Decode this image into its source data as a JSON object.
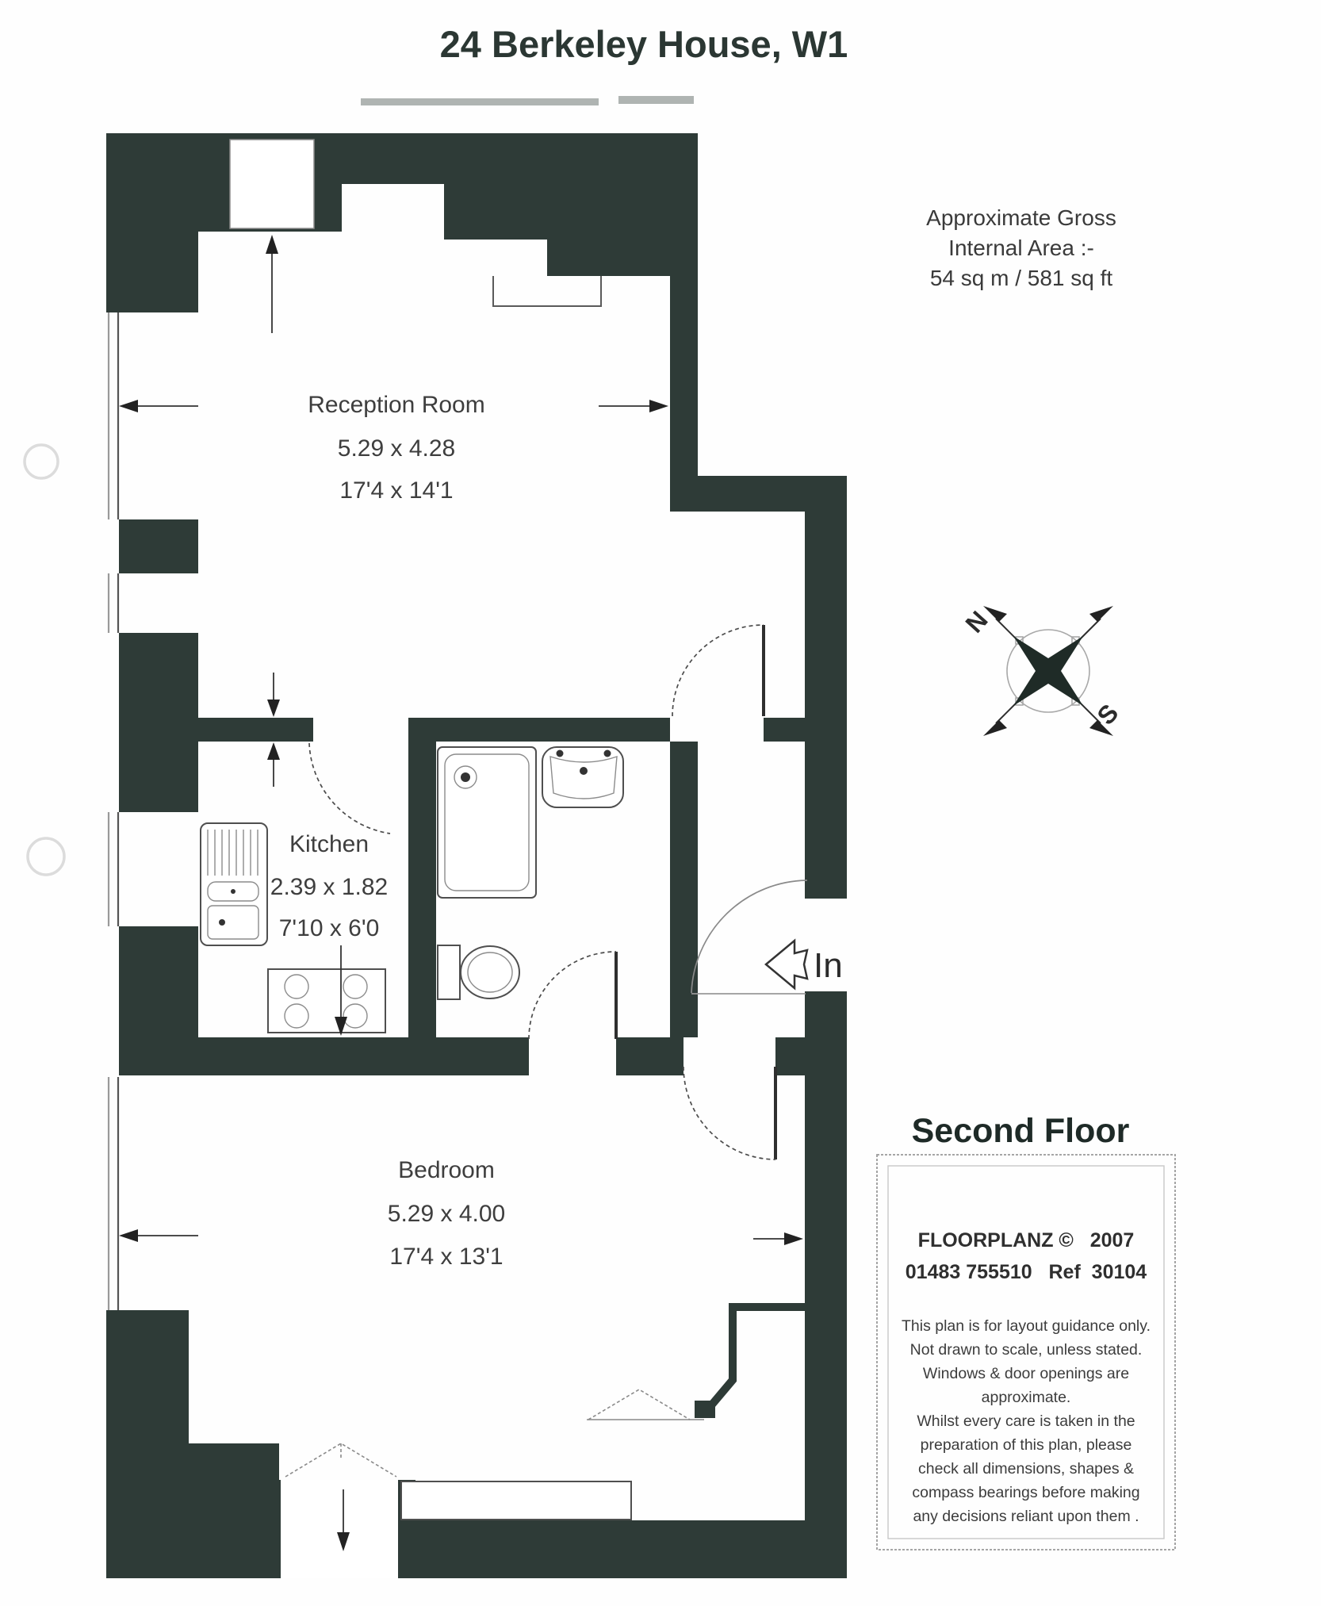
{
  "title": "24 Berkeley House, W1",
  "area_summary": {
    "line1": "Approximate Gross",
    "line2": "Internal Area :-",
    "line3": "54 sq m / 581 sq ft"
  },
  "rooms": {
    "reception": {
      "name": "Reception Room",
      "metric": "5.29 x 4.28",
      "imperial": "17'4 x 14'1"
    },
    "kitchen": {
      "name": "Kitchen",
      "metric": "2.39 x 1.82",
      "imperial": "7'10 x 6'0"
    },
    "bedroom": {
      "name": "Bedroom",
      "metric": "5.29 x 4.00",
      "imperial": "17'4 x 13'1"
    }
  },
  "entrance": {
    "label": "In"
  },
  "compass": {
    "north": "N",
    "south": "S"
  },
  "floor": {
    "label": "Second Floor"
  },
  "stamp": {
    "brand_line": "FLOORPLANZ ©   2007",
    "contact_line": "01483 755510   Ref  30104",
    "disclaimer_lines": [
      "This plan is for layout guidance only.",
      "Not drawn to scale, unless stated.",
      "Windows & door openings are",
      "approximate.",
      "Whilst every care is taken in the",
      "preparation of this plan, please",
      "check all dimensions, shapes &",
      "compass bearings before making",
      "any decisions reliant upon them ."
    ]
  },
  "colors": {
    "wall": "#2e3b37",
    "title": "#2b3733",
    "label": "#3e3e3e"
  }
}
